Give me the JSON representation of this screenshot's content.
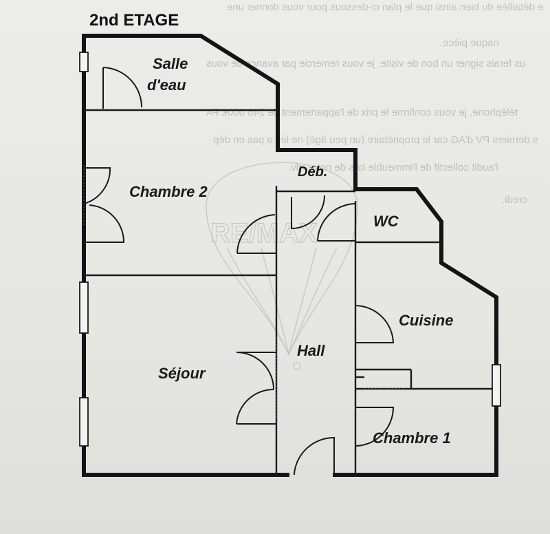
{
  "title": "2nd ETAGE",
  "rooms": {
    "salle_line1": "Salle",
    "salle_line2": "d'eau",
    "chambre2": "Chambre 2",
    "deb": "Déb.",
    "wc": "WC",
    "cuisine": "Cuisine",
    "sejour": "Séjour",
    "hall": "Hall",
    "chambre1": "Chambre 1"
  },
  "watermark": "RE/MAX",
  "background_text": [
    "e détaillée du bien ainsi que le plan ci-dessous pour vous donner une",
    "naque pièce.",
    "us ferais signer un bon de visite, je vous remercie par avance de vous",
    "téléphone, je vous confirme le prix de l'appartement de 246 000€ FA",
    "s derniers PV d'AG car le propriétaire (un peu âgé) ne les a pas en dép",
    "l'audit collectif de l'immeuble lors de notre rdv.",
    "credi."
  ]
}
